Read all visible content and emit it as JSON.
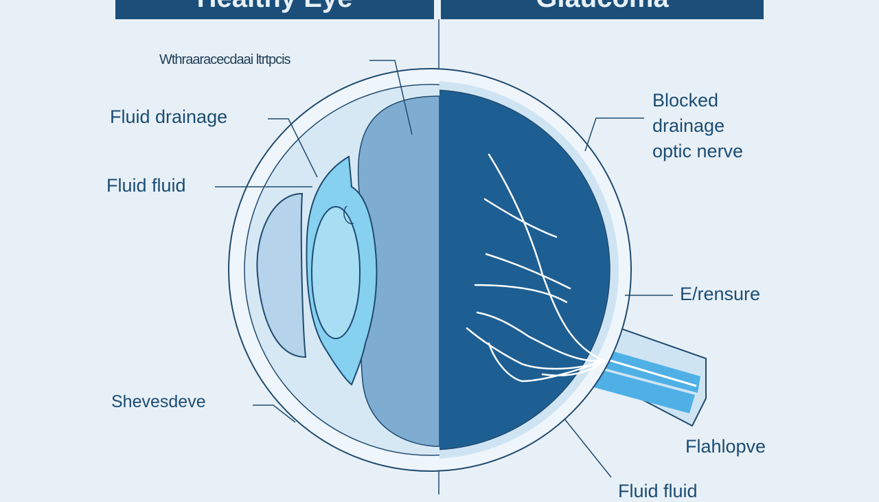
{
  "header": {
    "left_title": "Healthy Eye",
    "right_title": "Glaucoma"
  },
  "labels": {
    "top_small": "Wthraaracecdaai ltrtpcis",
    "fluid_drainage": "Fluid drainage",
    "fluid_fluid": "Fluid fluid",
    "shevesdeve": "Shevesdeve",
    "blocked_line1": "Blocked",
    "blocked_line2": "drainage",
    "blocked_line3": "optic nerve",
    "erensure": "E/rensure",
    "flahlopve": "Flahlopve",
    "fluid_fluid_bottom": "Fluid fluid"
  },
  "colors": {
    "background": "#e8f0f7",
    "header": "#1b4f7a",
    "outline": "#1f4a6e",
    "healthy_fill": "#7fadd2",
    "glaucoma_fill": "#1e5f93",
    "lens_fill": "#86d0f0",
    "cornea_fill": "#b5d3ea",
    "nerve_light": "#4fb0e6",
    "vessel": "#ffffff",
    "label_text": "#1b4c73"
  }
}
